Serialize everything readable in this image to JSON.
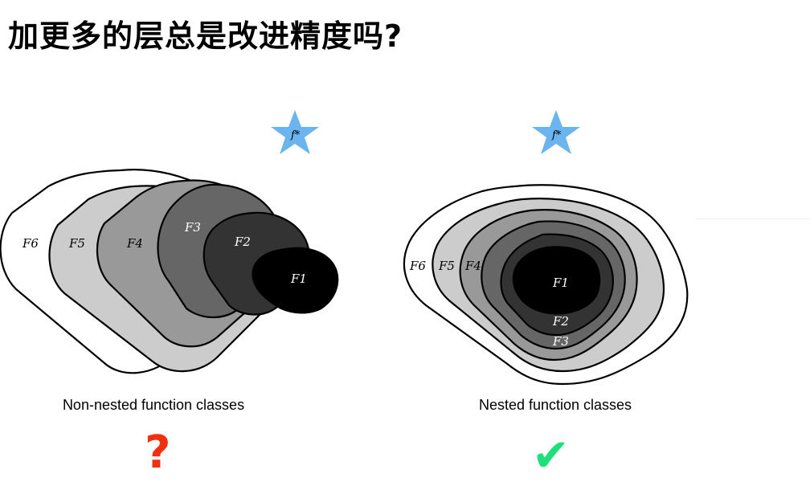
{
  "title": "加更多的层总是改进精度吗?",
  "left_panel": {
    "caption": "Non-nested function classes",
    "target_label": "f*",
    "sets": [
      "F6",
      "F5",
      "F4",
      "F3",
      "F2",
      "F1"
    ],
    "verdict_icon": "question-mark-icon",
    "verdict_text": "?",
    "verdict_color": "#f03010"
  },
  "right_panel": {
    "caption": "Nested function classes",
    "target_label": "f*",
    "sets": [
      "F6",
      "F5",
      "F4",
      "F1",
      "F2",
      "F3"
    ],
    "verdict_icon": "check-mark-icon",
    "verdict_text": "✔",
    "verdict_color": "#1ee07a"
  },
  "colors": {
    "star": "#6ab4f0",
    "F6": "#ffffff",
    "F5": "#cccccc",
    "F4": "#999999",
    "F3": "#666666",
    "F2": "#333333",
    "F1": "#000000"
  }
}
